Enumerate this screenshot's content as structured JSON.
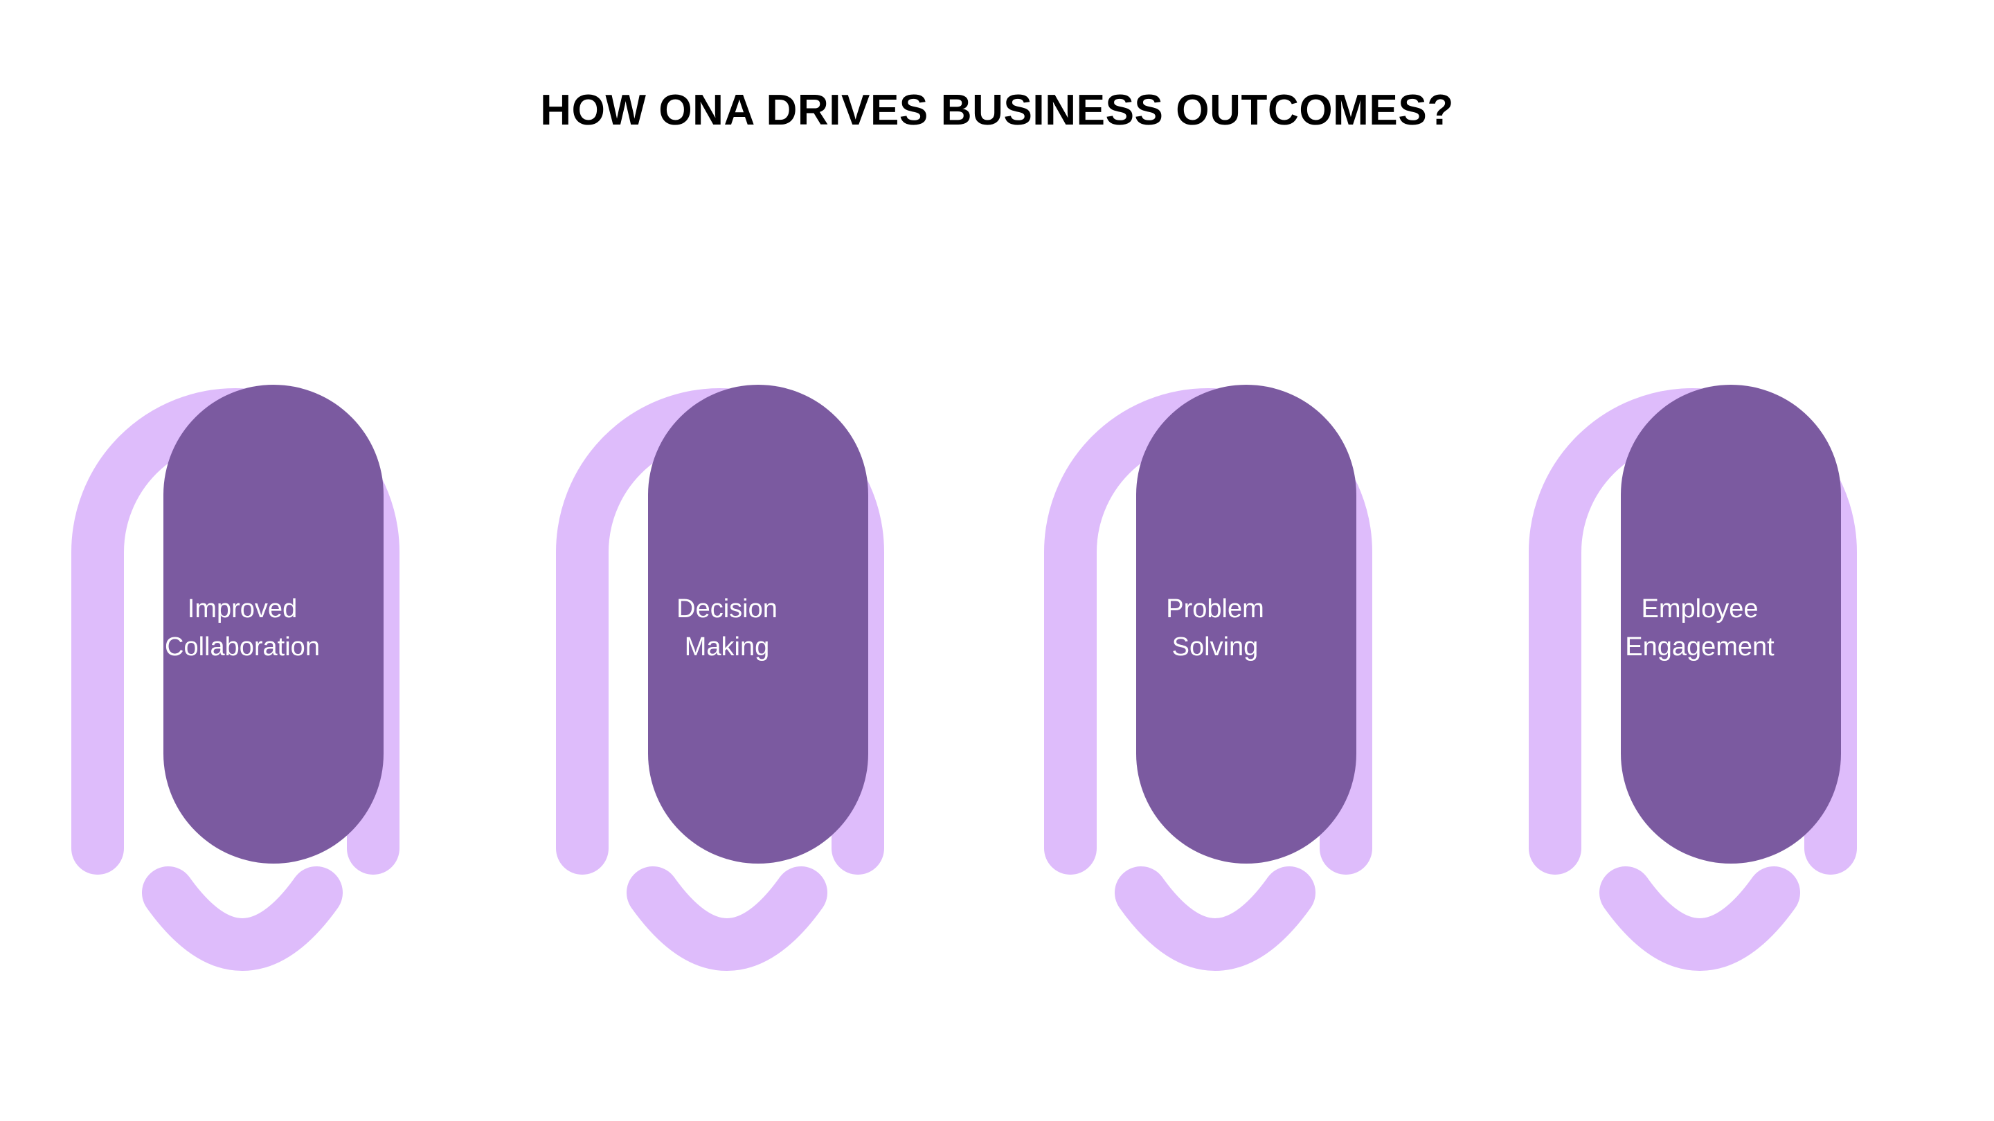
{
  "page": {
    "background_color": "#ffffff",
    "title": "HOW ONA DRIVES BUSINESS OUTCOMES?",
    "title_color": "#000000"
  },
  "theme": {
    "light_purple": "#DEBCFB",
    "dark_purple": "#7B5AA0",
    "label_text_color": "#ffffff",
    "gap_color": "#ffffff"
  },
  "diagram": {
    "type": "four-pillar-outcome-diagram",
    "unit_count": 4,
    "units": [
      {
        "index": 1,
        "label_line1": "Improved",
        "label_line2": "Collaboration",
        "label_full": "Improved Collaboration",
        "pill_color": "#7B5AA0",
        "arch_color": "#DEBCFB"
      },
      {
        "index": 2,
        "label_line1": "Decision",
        "label_line2": "Making",
        "label_full": "Decision Making",
        "pill_color": "#7B5AA0",
        "arch_color": "#DEBCFB"
      },
      {
        "index": 3,
        "label_line1": "Problem",
        "label_line2": "Solving",
        "label_full": "Problem Solving",
        "pill_color": "#7B5AA0",
        "arch_color": "#DEBCFB"
      },
      {
        "index": 4,
        "label_line1": "Employee",
        "label_line2": "Engagement",
        "label_full": "Employee Engagement",
        "pill_color": "#7B5AA0",
        "arch_color": "#DEBCFB"
      }
    ]
  }
}
